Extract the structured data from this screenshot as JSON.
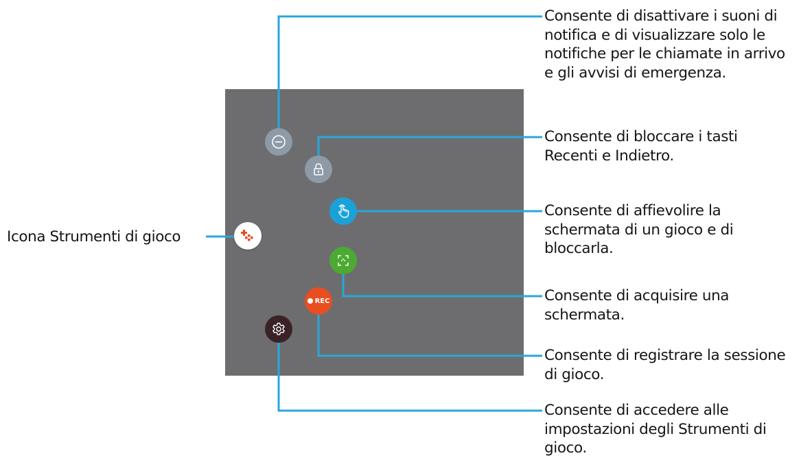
{
  "left_label": "Icona Strumenti di gioco",
  "callouts": [
    {
      "id": "no-alerts",
      "lines": [
        "Consente di disattivare i suoni di",
        "notifica e di visualizzare solo le",
        "notifiche per le chiamate in arrivo",
        "e gli avvisi di emergenza."
      ]
    },
    {
      "id": "lock-keys",
      "lines": [
        "Consente di bloccare i tasti",
        "Recenti e Indietro."
      ]
    },
    {
      "id": "dim-lock",
      "lines": [
        "Consente di affievolire la",
        "schermata di un gioco e di",
        "bloccarla."
      ]
    },
    {
      "id": "screenshot",
      "lines": [
        "Consente di acquisire una",
        "schermata."
      ]
    },
    {
      "id": "record",
      "lines": [
        "Consente di registrare la sessione",
        "di gioco."
      ]
    },
    {
      "id": "settings",
      "lines": [
        "Consente di accedere alle",
        "impostazioni degli Strumenti di",
        "gioco."
      ]
    }
  ],
  "rec_label": "REC",
  "colors": {
    "panel": "#6d6d70",
    "line": "#29a7d9",
    "btn_grey": "#8e9aa6",
    "btn_blue": "#1aa2d8",
    "btn_green": "#4caa33",
    "btn_red": "#e84e1f",
    "btn_dark": "#3a2226",
    "gametools_dot": "#e84e1f"
  },
  "icons": [
    "minus-circle-icon",
    "lock-icon",
    "touch-hand-icon",
    "capture-frame-icon",
    "record-icon",
    "gear-icon",
    "game-tools-icon"
  ]
}
